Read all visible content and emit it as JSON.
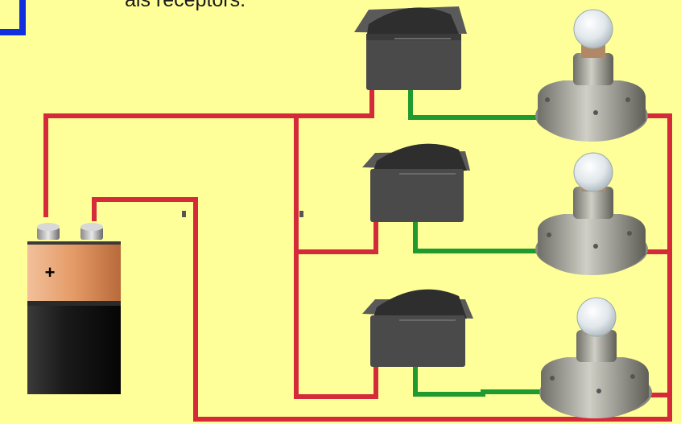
{
  "caption": "als receptors.",
  "battery": {
    "terminal_sign": "+"
  },
  "colors": {
    "background": "#ffff99",
    "wire_positive": "#d42a3a",
    "wire_switched": "#1f9a2e",
    "frame_accent": "#1030e0",
    "battery_top": "#e09a6a",
    "battery_body": "#141414",
    "switch_body": "#4a4a4a",
    "lamp_base": "#9a9a90"
  },
  "switches": [
    "switch-1",
    "switch-2",
    "switch-3"
  ],
  "lamps": [
    "lamp-1",
    "lamp-2",
    "lamp-3"
  ]
}
